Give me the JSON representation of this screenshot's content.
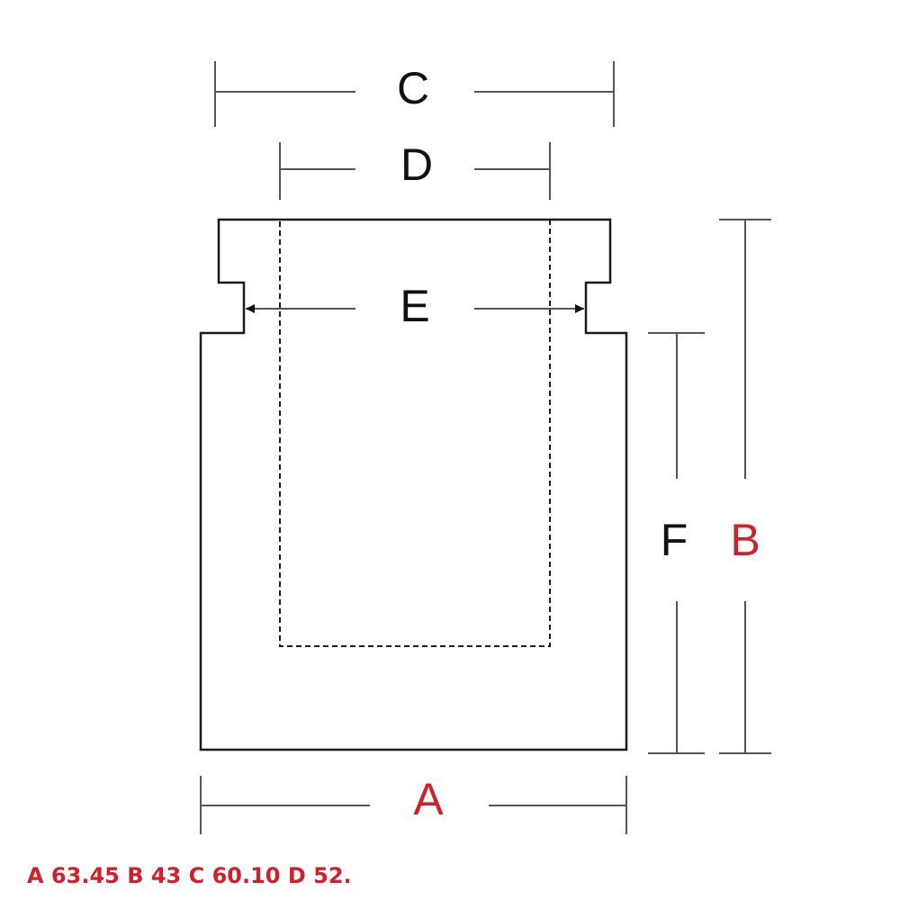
{
  "colors": {
    "outline": "#1a1a1a",
    "dimension_line": "#555555",
    "label_black": "#111111",
    "label_red": "#d0202a"
  },
  "labels": {
    "C": "C",
    "D": "D",
    "E": "E",
    "F": "F",
    "B": "B",
    "A": "A"
  },
  "caption": "A 63.45 B 43 C 60.10 D 52.0"
}
